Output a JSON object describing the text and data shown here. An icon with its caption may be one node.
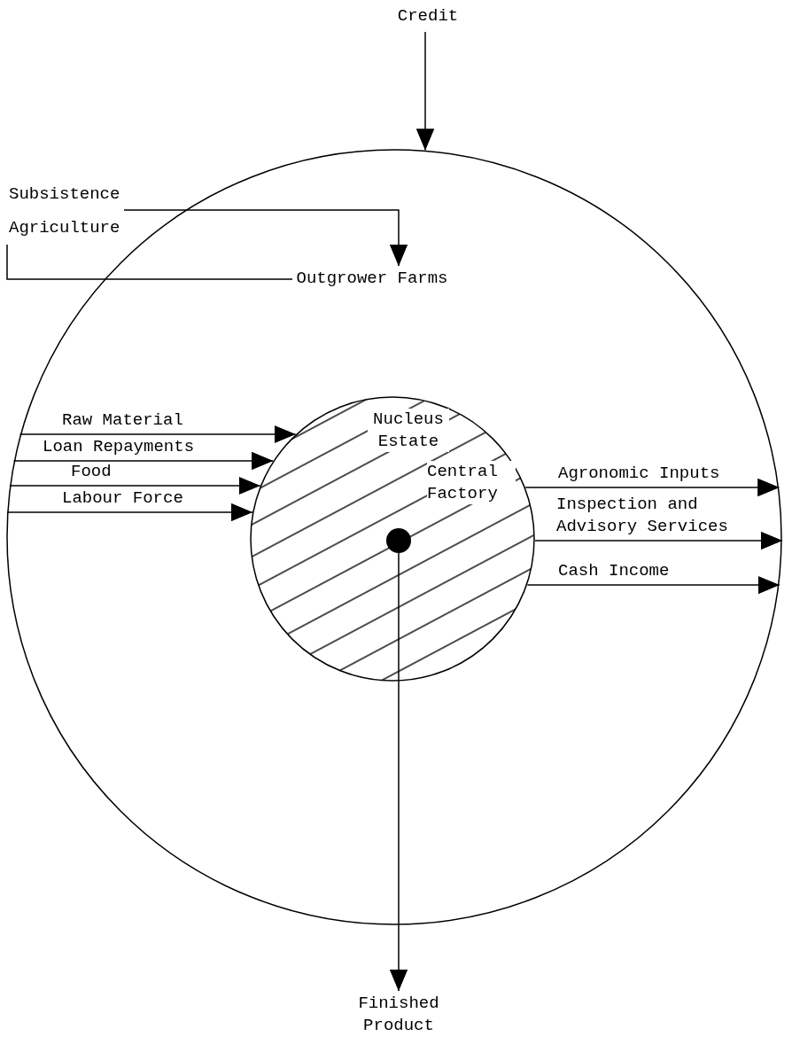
{
  "diagram": {
    "nodes": [
      {
        "text": [
          "Credit"
        ]
      },
      {
        "text": [],
        "shape": "circle"
      },
      {
        "text": [
          "Subsistence Agriculture"
        ]
      },
      {
        "text": [
          "Outgrower Farms"
        ],
        "in": 1
      },
      {
        "text": [
          "Nucleus Estate"
        ],
        "in": 1
      },
      {
        "text": [],
        "shape": "circle",
        "beside": [
          "Central Factory"
        ],
        "in": 4
      },
      {
        "text": [
          "Finished Product"
        ]
      }
    ],
    "edges": [
      {
        "from": 0,
        "to": 1,
        "arrow": "to"
      },
      {
        "from": 3,
        "to": 2,
        "arrow": "none"
      },
      {
        "from": 2,
        "to": 3,
        "arrow": "to"
      },
      {
        "from": 1,
        "to": 4,
        "arrow": "to",
        "label": "Raw Material"
      },
      {
        "from": 1,
        "to": 4,
        "arrow": "to",
        "label": "Loan Repayments"
      },
      {
        "from": 1,
        "to": 4,
        "arrow": "to",
        "label": "Food"
      },
      {
        "from": 1,
        "to": 4,
        "arrow": "to",
        "label": "Labour Force"
      },
      {
        "from": 4,
        "to": 1,
        "arrow": "to",
        "label": "Agronomic Inputs"
      },
      {
        "from": 4,
        "to": 1,
        "arrow": "to",
        "label": "Inspection and Advisory Services"
      },
      {
        "from": 4,
        "to": 1,
        "arrow": "to",
        "label": "Cash Income"
      },
      {
        "from": 5,
        "to": 6,
        "arrow": "to"
      }
    ]
  }
}
